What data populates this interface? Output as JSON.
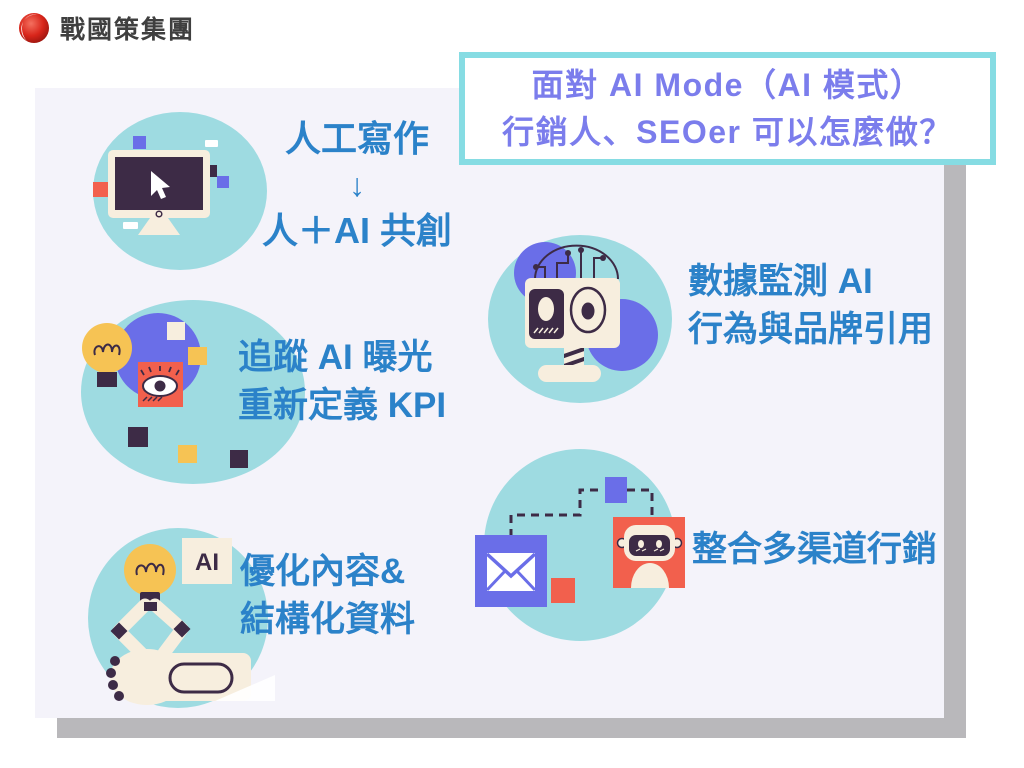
{
  "logo": {
    "company": "戰國策集團"
  },
  "title": {
    "line1": "面對 AI Mode（AI 模式）",
    "line2": "行銷人、SEOer 可以怎麼做？"
  },
  "items": [
    {
      "icon": "computer-cursor-icon",
      "lines": [
        "人工寫作",
        "↓",
        "人＋AI 共創"
      ]
    },
    {
      "icon": "lightbulb-eye-icon",
      "lines": [
        "追蹤 AI 曝光",
        "重新定義 KPI"
      ]
    },
    {
      "icon": "robot-hand-bulb-icon",
      "icon_label": "AI",
      "lines": [
        "優化內容&",
        "結構化資料"
      ]
    },
    {
      "icon": "robot-head-icon",
      "lines": [
        "數據監測 AI",
        "行為與品牌引用"
      ]
    },
    {
      "icon": "mail-robot-icon",
      "lines": [
        "整合多渠道行銷"
      ]
    }
  ],
  "palette": {
    "teal": "#9edbe1",
    "purple": "#6a6ee8",
    "red": "#f2604d",
    "yellow": "#f6c354",
    "dark": "#3d2b46",
    "cream": "#f7eede",
    "text_blue": "#2b82c9",
    "title_purple": "#7b7dec",
    "border_teal": "#86dce3",
    "panel_bg": "#f4f3fa",
    "shadow_gray": "#b9b8bb",
    "logo_red": "#cc2318"
  }
}
